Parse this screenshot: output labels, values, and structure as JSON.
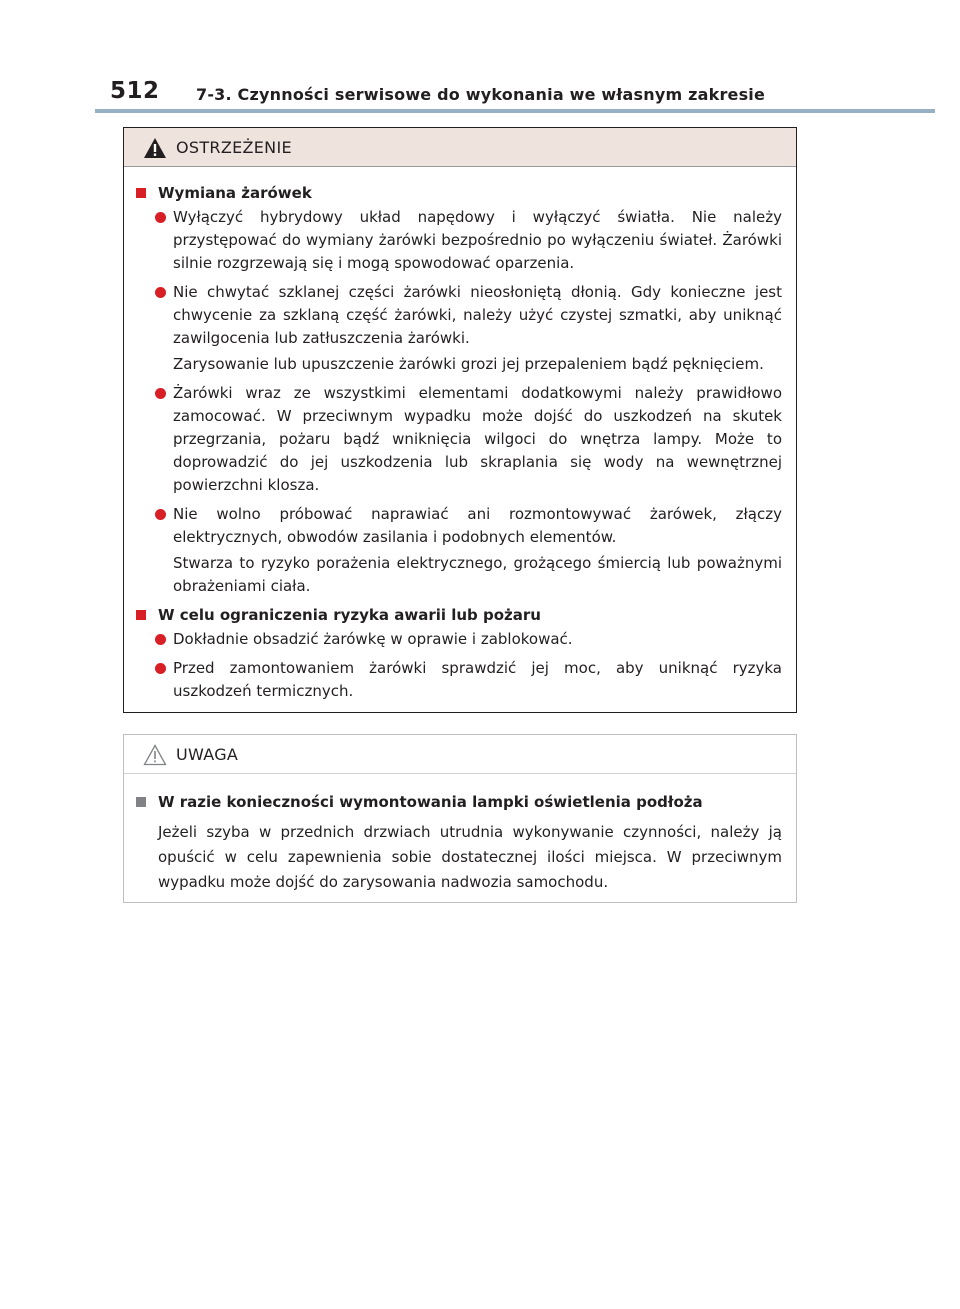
{
  "header": {
    "page_number": "512",
    "section_title": "7-3. Czynności serwisowe do wykonania we własnym zakresie",
    "rule_color": "#98b1c2"
  },
  "warning": {
    "title": "OSTRZEŻENIE",
    "icon": "warning-triangle-icon",
    "accent_color": "#d81f26",
    "header_bg": "#efe3dd",
    "sections": [
      {
        "heading": "Wymiana żarówek",
        "bullets": [
          [
            "Wyłączyć hybrydowy układ napędowy i wyłączyć światła. Nie należy przystępować do wymiany żarówki bezpośrednio po wyłączeniu świateł. Żarówki silnie rozgrzewają się i mogą spowodować oparzenia."
          ],
          [
            "Nie chwytać szklanej części żarówki nieosłoniętą dłonią. Gdy konieczne jest chwycenie za szklaną część żarówki, należy użyć czystej szmatki, aby uniknąć zawilgocenia lub zatłuszczenia żarówki.",
            "Zarysowanie lub upuszczenie żarówki grozi jej przepaleniem bądź pęknięciem."
          ],
          [
            "Żarówki wraz ze wszystkimi elementami dodatkowymi należy prawidłowo zamocować. W przeciwnym wypadku może dojść do uszkodzeń na skutek przegrzania, pożaru bądź wniknięcia wilgoci do wnętrza lampy. Może to doprowadzić do jej uszkodzenia lub skraplania się wody na wewnętrznej powierzchni klosza."
          ],
          [
            "Nie wolno próbować naprawiać ani rozmontowywać żarówek, złączy elektrycznych, obwodów zasilania i podobnych elementów.",
            "Stwarza to ryzyko porażenia elektrycznego, grożącego śmiercią lub poważnymi obrażeniami ciała."
          ]
        ]
      },
      {
        "heading": "W celu ograniczenia ryzyka awarii lub pożaru",
        "bullets": [
          [
            "Dokładnie obsadzić żarówkę w oprawie i zablokować."
          ],
          [
            "Przed zamontowaniem żarówki sprawdzić jej moc, aby uniknąć ryzyka uszkodzeń termicznych."
          ]
        ]
      }
    ]
  },
  "caution": {
    "title": "UWAGA",
    "icon": "caution-triangle-icon",
    "accent_color": "#808285",
    "heading": "W razie konieczności wymontowania lampki oświetlenia podłoża",
    "text": "Jeżeli szyba w przednich drzwiach utrudnia wykonywanie czynności, należy ją opuścić w celu zapewnienia sobie dostatecznej ilości miejsca. W przeciwnym wypadku może dojść do zarysowania nadwozia samochodu."
  }
}
